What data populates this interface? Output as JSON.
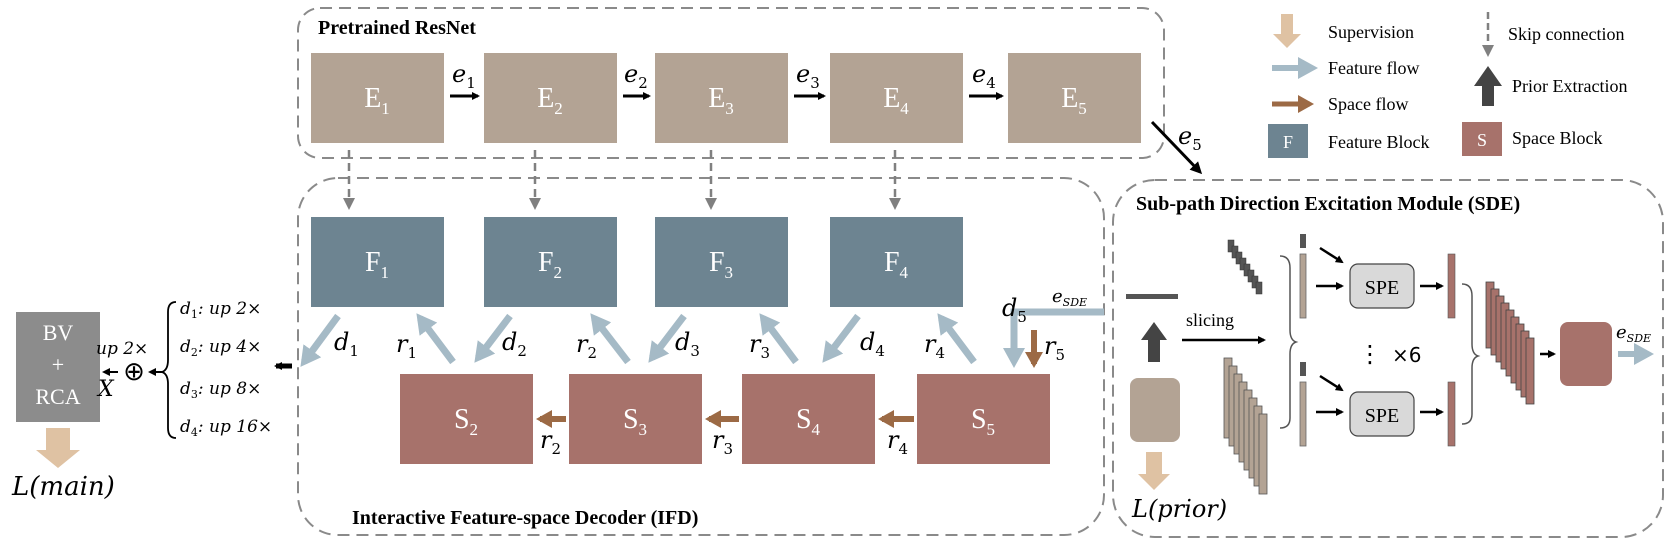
{
  "titles": {
    "resnet": "Pretrained ResNet",
    "ifd": "Interactive Feature-space Decoder (IFD)",
    "sde": "Sub-path Direction Excitation Module (SDE)"
  },
  "legend": {
    "supervision": "Supervision",
    "feature_flow": "Feature flow",
    "space_flow": "Space flow",
    "feature_block": "Feature Block",
    "feature_block_letter": "F",
    "skip_connection": "Skip connection",
    "prior_extraction": "Prior Extraction",
    "space_block": "Space Block",
    "space_block_letter": "S"
  },
  "encoder": {
    "blocks": [
      {
        "base": "E",
        "sub": "1"
      },
      {
        "base": "E",
        "sub": "2"
      },
      {
        "base": "E",
        "sub": "3"
      },
      {
        "base": "E",
        "sub": "4"
      },
      {
        "base": "E",
        "sub": "5"
      }
    ],
    "edges": [
      {
        "base": "e",
        "sub": "1"
      },
      {
        "base": "e",
        "sub": "2"
      },
      {
        "base": "e",
        "sub": "3"
      },
      {
        "base": "e",
        "sub": "4"
      },
      {
        "base": "e",
        "sub": "5"
      }
    ]
  },
  "feature_blocks": [
    {
      "base": "F",
      "sub": "1"
    },
    {
      "base": "F",
      "sub": "2"
    },
    {
      "base": "F",
      "sub": "3"
    },
    {
      "base": "F",
      "sub": "4"
    }
  ],
  "space_blocks": [
    {
      "base": "S",
      "sub": "2"
    },
    {
      "base": "S",
      "sub": "3"
    },
    {
      "base": "S",
      "sub": "4"
    },
    {
      "base": "S",
      "sub": "5"
    }
  ],
  "flow_labels": {
    "d": [
      {
        "base": "d",
        "sub": "1"
      },
      {
        "base": "d",
        "sub": "2"
      },
      {
        "base": "d",
        "sub": "3"
      },
      {
        "base": "d",
        "sub": "4"
      },
      {
        "base": "d",
        "sub": "5"
      }
    ],
    "r_up": [
      {
        "base": "r",
        "sub": "1"
      },
      {
        "base": "r",
        "sub": "2"
      },
      {
        "base": "r",
        "sub": "3"
      },
      {
        "base": "r",
        "sub": "4"
      }
    ],
    "r_side": [
      {
        "base": "r",
        "sub": "2"
      },
      {
        "base": "r",
        "sub": "3"
      },
      {
        "base": "r",
        "sub": "4"
      }
    ],
    "r5": {
      "base": "r",
      "sub": "5"
    },
    "esde_in": {
      "base": "e",
      "sub": "SDE"
    }
  },
  "output_head": {
    "bv": "BV",
    "plus": "+",
    "rca": "RCA",
    "loss_main": "L(main)",
    "up_label": "up 2×",
    "x_label": "X",
    "oplus": "⊕",
    "upsample_list": [
      {
        "d": "d",
        "sub": "1",
        "text": ": up 2×"
      },
      {
        "d": "d",
        "sub": "2",
        "text": ": up 4×"
      },
      {
        "d": "d",
        "sub": "3",
        "text": ": up 8×"
      },
      {
        "d": "d",
        "sub": "4",
        "text": ": up 16×"
      }
    ]
  },
  "sde": {
    "slicing": "slicing",
    "spe_label": "SPE",
    "dots": "⋮",
    "repeat": "×6",
    "loss_prior": "L(prior)",
    "output": {
      "base": "e",
      "sub": "SDE"
    }
  },
  "colors": {
    "encoder_block": "#b3a394",
    "feature_block": "#6d8491",
    "space_block": "#a7726b",
    "feature_flow": "#a5bac6",
    "space_flow": "#9c6a45",
    "supervision": "#dfc2a3",
    "spe_fill": "#d9d9d9",
    "bv_box": "#8c8c8c",
    "border": "#8a8a8a",
    "skip": "#808080",
    "black": "#000000"
  }
}
